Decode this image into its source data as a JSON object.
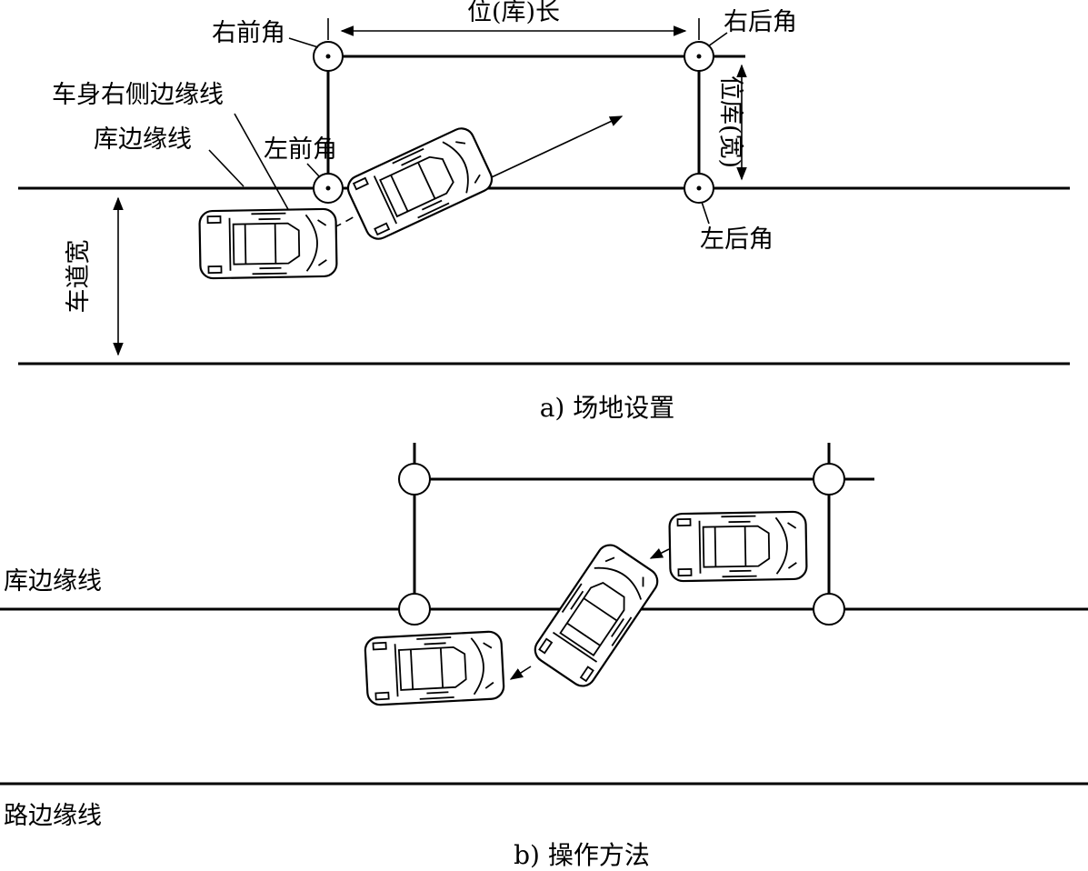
{
  "panel_a": {
    "caption": "a) 场地设置",
    "labels": {
      "right_front_corner": "右前角",
      "right_rear_corner": "右后角",
      "left_front_corner": "左前角",
      "left_rear_corner": "左后角",
      "bay_length": "位(库)长",
      "bay_width": "位库(宽)",
      "body_right_edge_line": "车身右侧边缘线",
      "bay_edge_line": "库边缘线",
      "lane_width": "车道宽"
    }
  },
  "panel_b": {
    "caption": "b) 操作方法",
    "labels": {
      "bay_edge_line": "库边缘线",
      "road_edge_line": "路边缘线"
    }
  }
}
